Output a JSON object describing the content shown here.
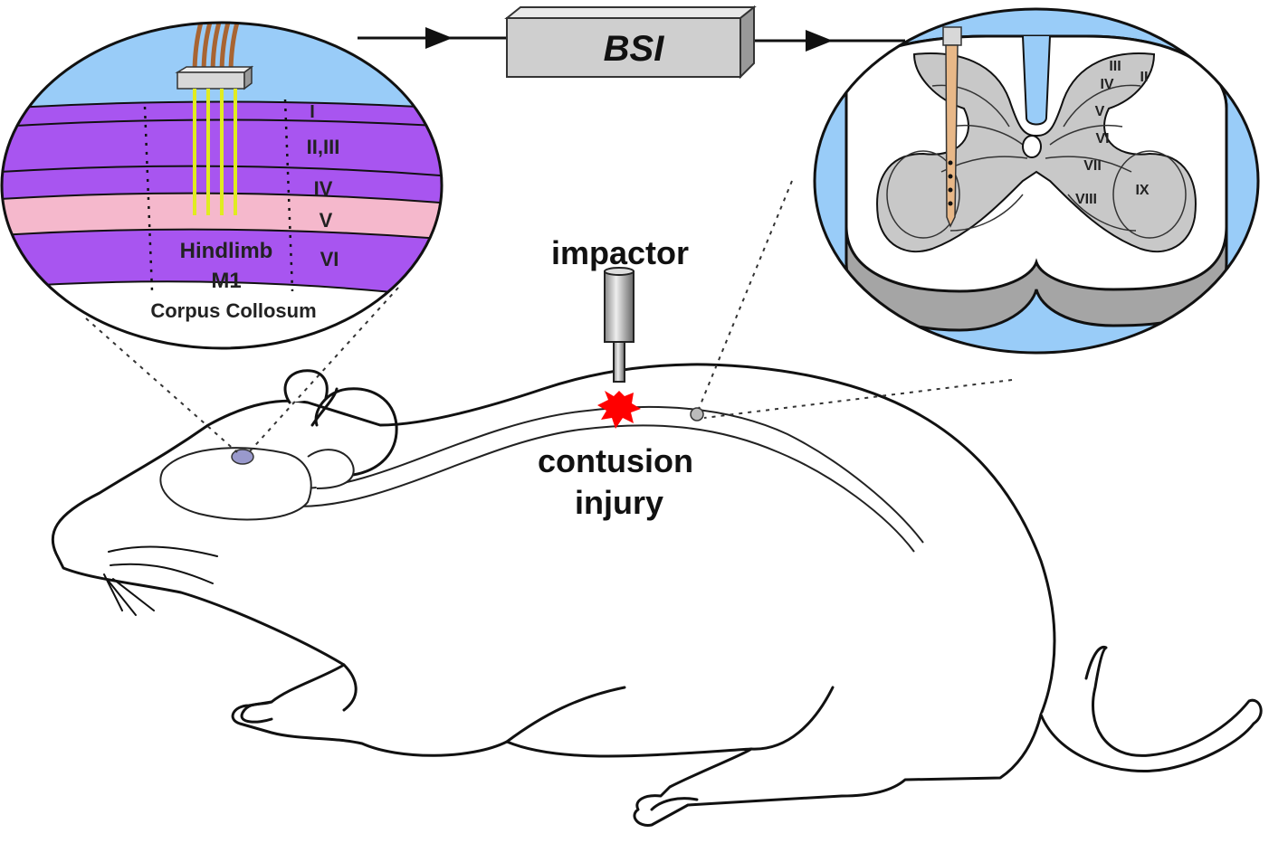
{
  "bsi": {
    "label": "BSI"
  },
  "cortex": {
    "layers": [
      "I",
      "II,III",
      "IV",
      "V",
      "VI"
    ],
    "region_line1": "Hindlimb",
    "region_line2": "M1",
    "white_matter": "Corpus Collosum"
  },
  "spinal": {
    "laminae": [
      "II",
      "III",
      "IV",
      "V",
      "VI",
      "VII",
      "VIII",
      "IX"
    ]
  },
  "impactor": {
    "label": "impactor"
  },
  "injury": {
    "line1": "contusion",
    "line2": "injury"
  },
  "colors": {
    "sky": "#99ccf8",
    "cortex_purple": "#a855f0",
    "layer_v_pink": "#f5b8cc",
    "gray_matter": "#c8c8c8",
    "spinal_shadow": "#a5a5a5",
    "electrode_tan": "#e8b888",
    "injury_red": "#ff0000",
    "electrode_yellow": "#e0ec20"
  }
}
